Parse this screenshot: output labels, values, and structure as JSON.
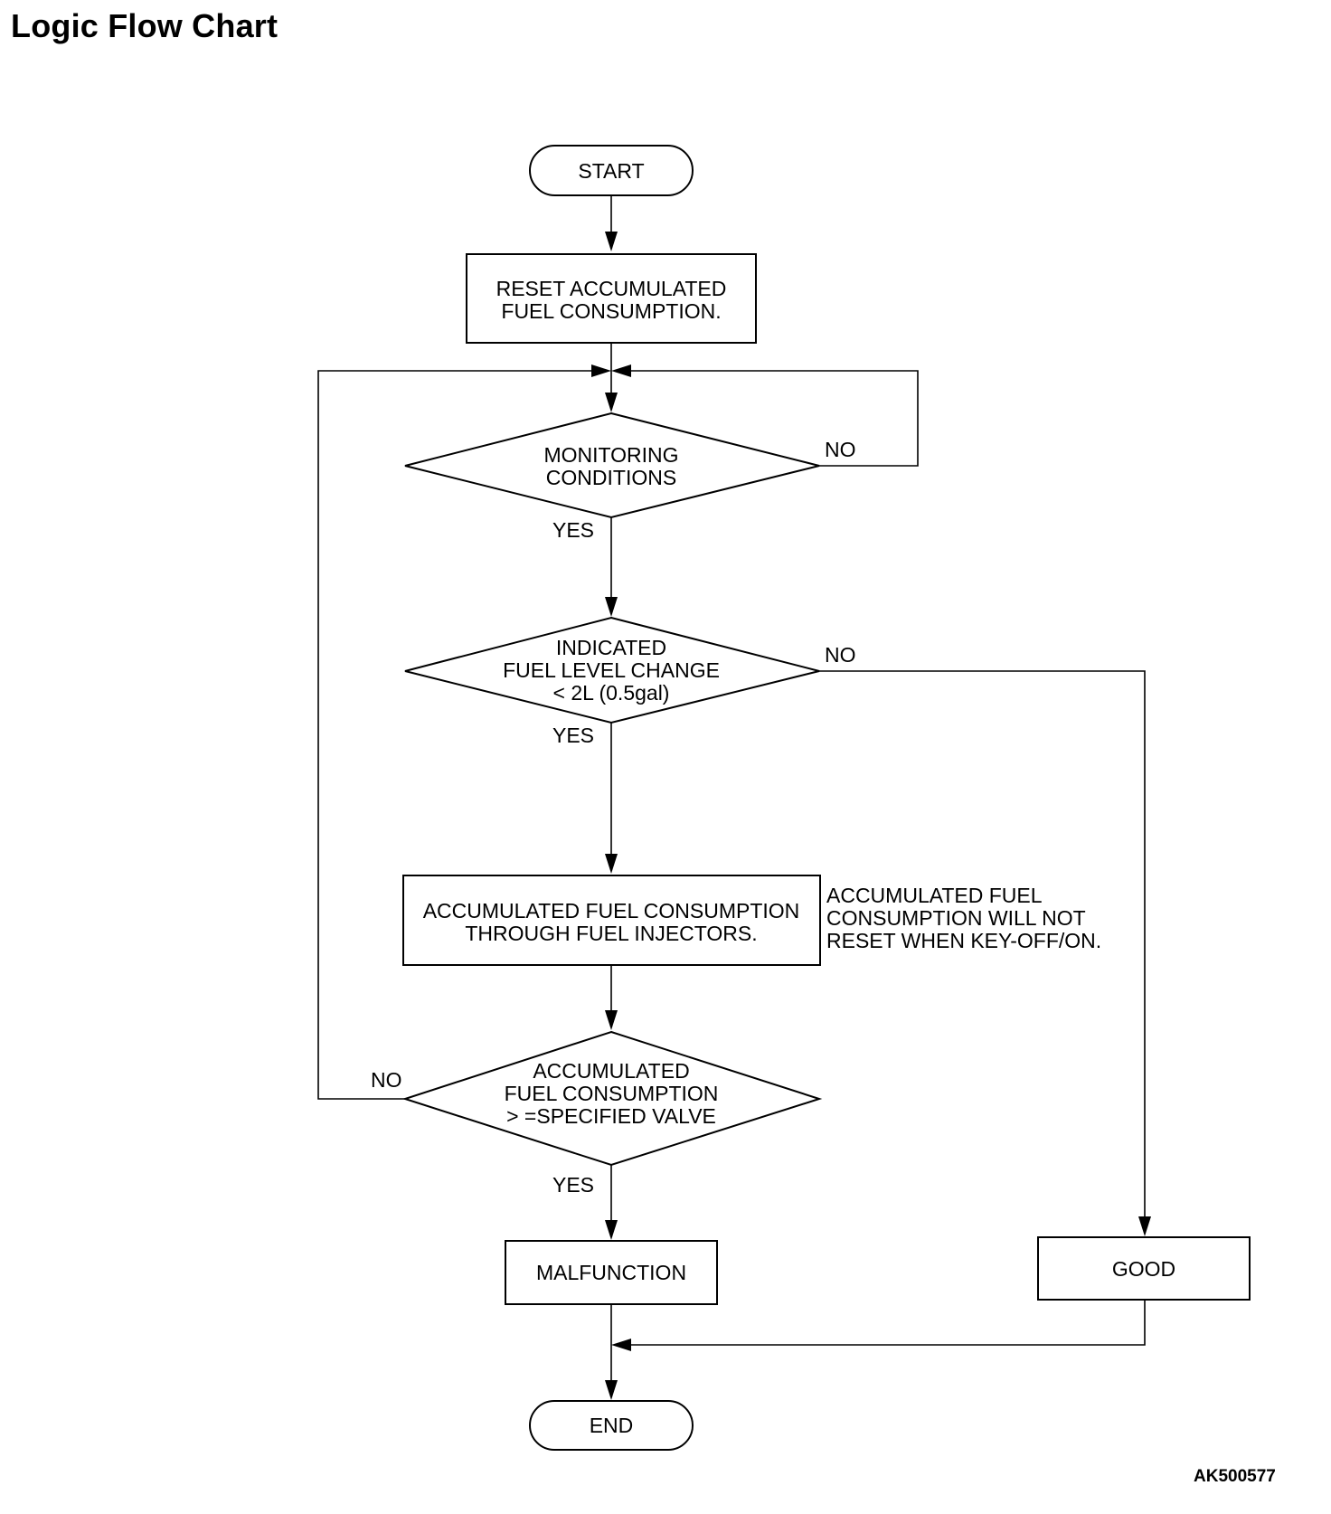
{
  "header": {
    "title": "Logic Flow Chart"
  },
  "flowchart": {
    "start": "START",
    "reset": {
      "line1": "RESET ACCUMULATED",
      "line2": "FUEL CONSUMPTION."
    },
    "monitoring": {
      "line1": "MONITORING",
      "line2": "CONDITIONS",
      "yes": "YES",
      "no": "NO"
    },
    "fuel_level": {
      "line1": "INDICATED",
      "line2": "FUEL LEVEL CHANGE",
      "line3": "< 2L (0.5gal)",
      "yes": "YES",
      "no": "NO"
    },
    "accumulate": {
      "line1": "ACCUMULATED FUEL CONSUMPTION",
      "line2": "THROUGH FUEL INJECTORS."
    },
    "note": {
      "line1": "ACCUMULATED FUEL",
      "line2": "CONSUMPTION WILL NOT",
      "line3": "RESET WHEN KEY-OFF/ON."
    },
    "specified": {
      "line1": "ACCUMULATED",
      "line2": "FUEL  CONSUMPTION",
      "line3": "> =SPECIFIED VALVE",
      "yes": "YES",
      "no": "NO"
    },
    "malfunction": "MALFUNCTION",
    "good": "GOOD",
    "end": "END"
  },
  "footer": {
    "code": "AK500577"
  }
}
